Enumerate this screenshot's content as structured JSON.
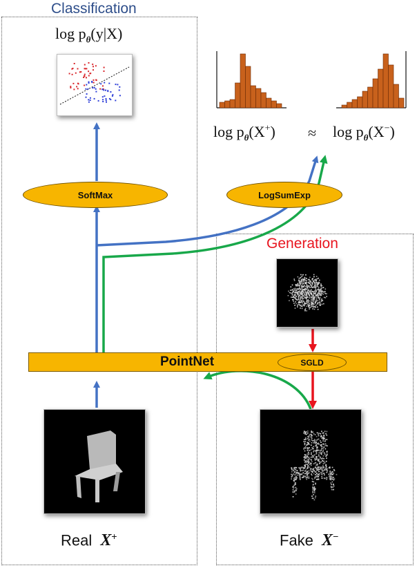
{
  "classification": {
    "title": "Classification",
    "formula": "log p",
    "formula_sub": "θ",
    "formula_arg": "(y|X)"
  },
  "generation": {
    "title": "Generation"
  },
  "softmax": {
    "label": "SoftMax"
  },
  "logsumexp": {
    "label": "LogSumExp"
  },
  "pointnet": {
    "label": "PointNet"
  },
  "sgld": {
    "label": "SGLD"
  },
  "energy": {
    "left": {
      "pre": "log p",
      "sub": "θ",
      "arg": "(X",
      "sup": "+",
      "close": ")"
    },
    "approx": "≈",
    "right": {
      "pre": "log p",
      "sub": "θ",
      "arg": "(X",
      "sup": "−",
      "close": ")"
    }
  },
  "real": {
    "label": "Real",
    "var": "X",
    "sup": "+"
  },
  "fake": {
    "label": "Fake",
    "var": "X",
    "sup": "−"
  },
  "colors": {
    "blue_arrow": "#4472c4",
    "green_arrow": "#18a84a",
    "red_arrow": "#e8141e",
    "orange": "#f7b500",
    "hist": "#c8611c",
    "title_blue": "#2e4e8a",
    "title_red": "#e8141e"
  }
}
